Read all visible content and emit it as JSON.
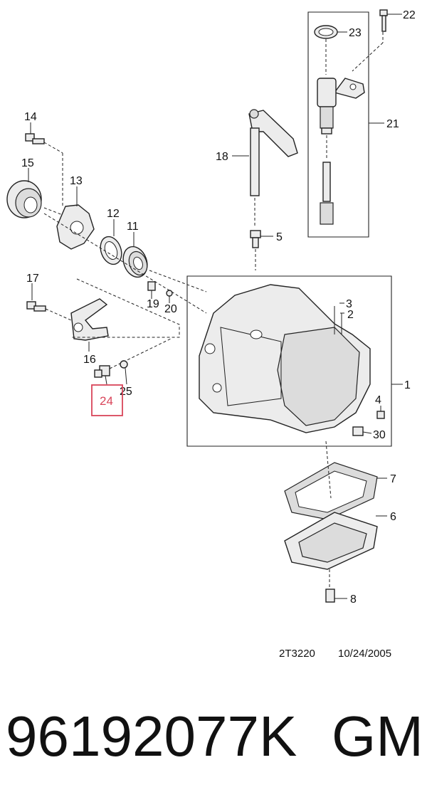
{
  "callouts": {
    "c1": "1",
    "c2": "2",
    "c3": "3",
    "c4": "4",
    "c5": "5",
    "c6": "6",
    "c7": "7",
    "c8": "8",
    "c11": "11",
    "c12": "12",
    "c13": "13",
    "c14": "14",
    "c15": "15",
    "c16": "16",
    "c17": "17",
    "c18": "18",
    "c19": "19",
    "c20": "20",
    "c21": "21",
    "c22": "22",
    "c23": "23",
    "c24": "24",
    "c25": "25",
    "c30": "30"
  },
  "highlight_color": "#d9455a",
  "drawing_code": "2T3220",
  "drawing_date": "10/24/2005",
  "part_number": "96192077K",
  "brand": "GM"
}
